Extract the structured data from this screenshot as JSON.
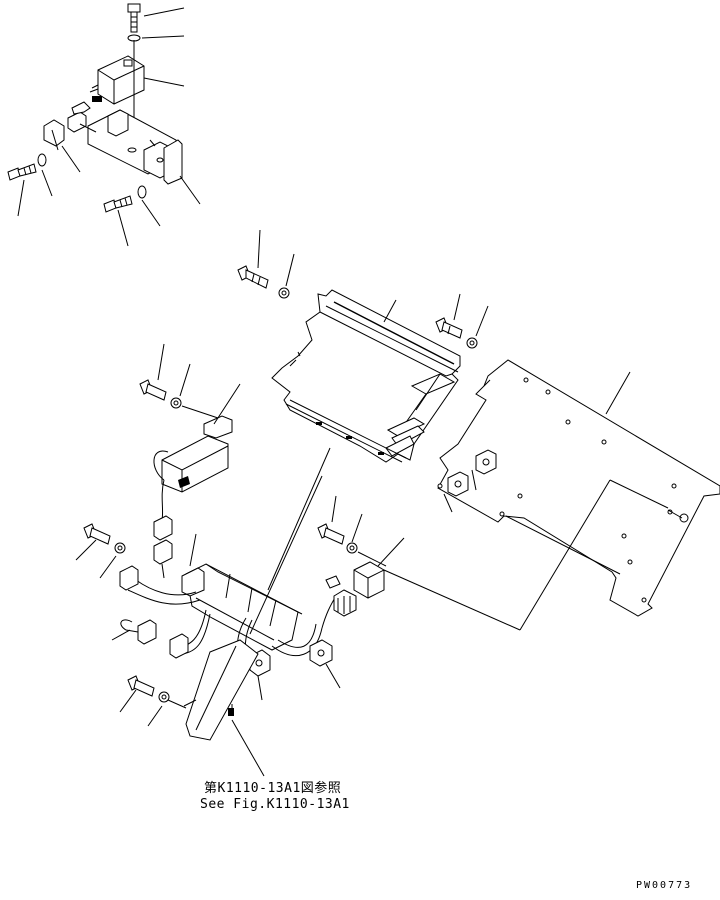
{
  "reference_note": {
    "japanese": "第K1110-13A1図参照",
    "english": "See Fig.K1110-13A1"
  },
  "drawing_code": "PW00773"
}
